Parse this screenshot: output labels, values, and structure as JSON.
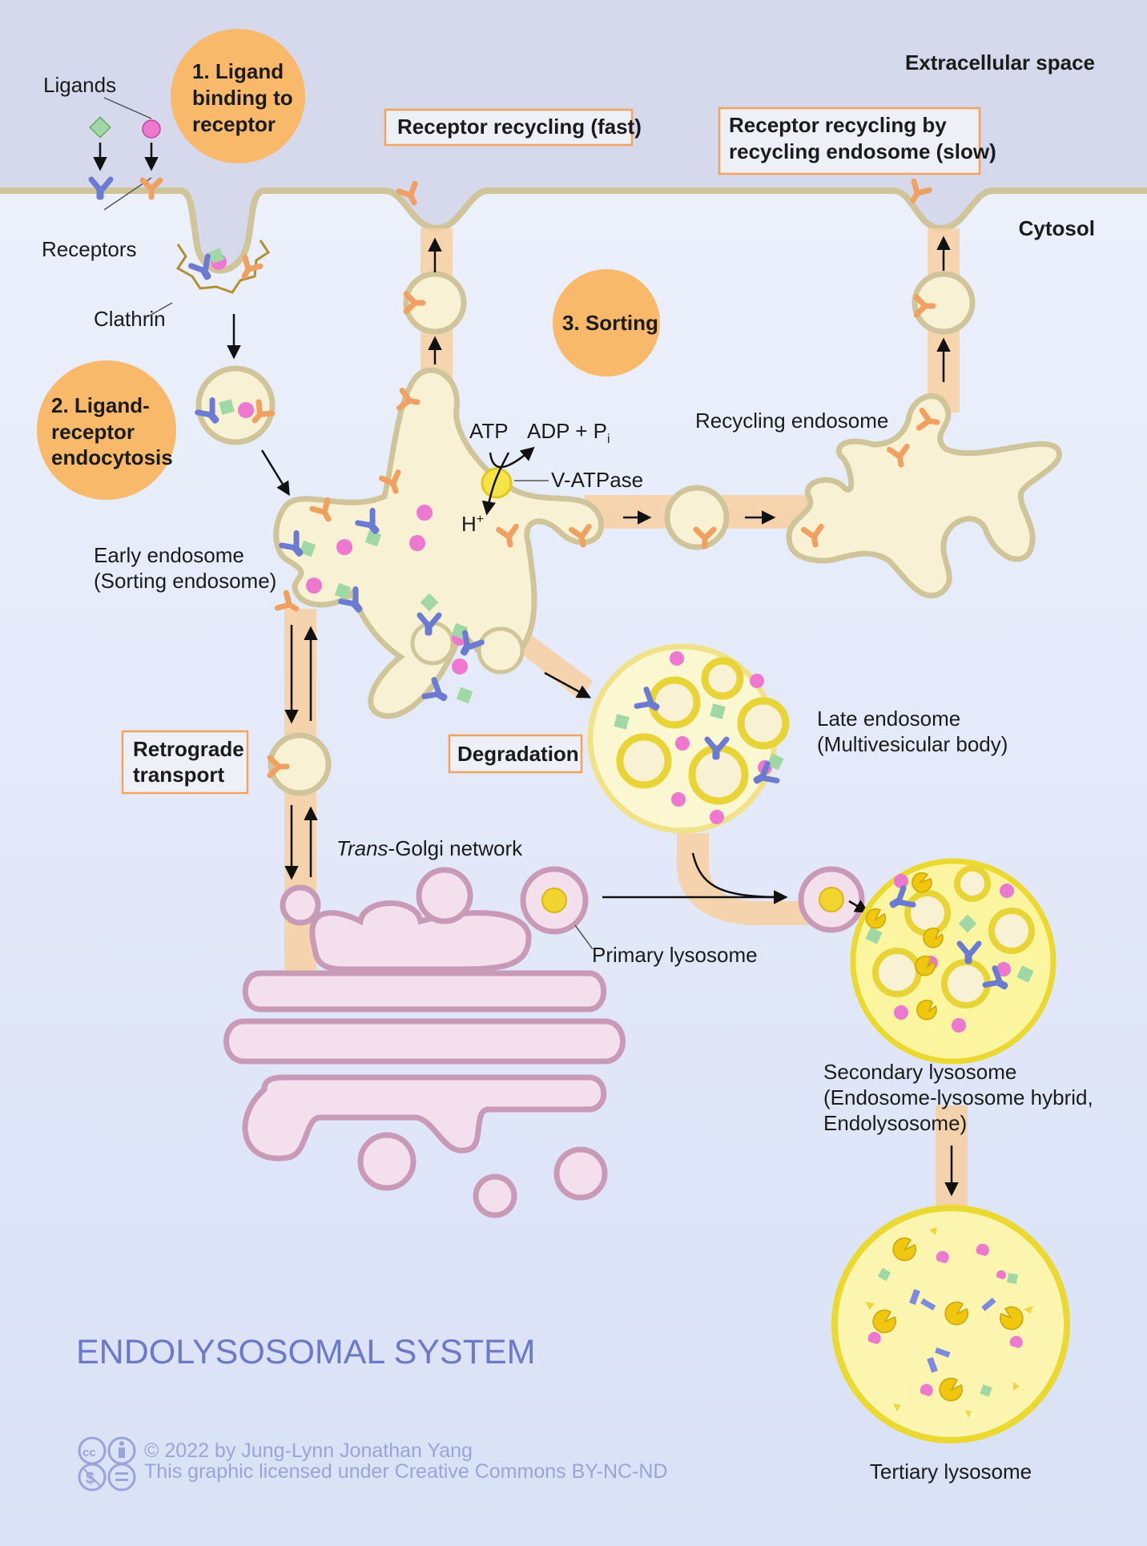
{
  "title": "ENDOLYSOSOMAL SYSTEM",
  "regions": {
    "extracellular": "Extracellular space",
    "cytosol": "Cytosol"
  },
  "steps": [
    {
      "lines": [
        "1. Ligand",
        "binding to",
        "receptor"
      ]
    },
    {
      "lines": [
        "2. Ligand-",
        "receptor",
        "endocytosis"
      ]
    },
    {
      "lines": [
        "3. Sorting"
      ]
    }
  ],
  "boxes": {
    "fast": [
      "Receptor recycling (fast)"
    ],
    "slow": [
      "Receptor recycling by",
      "recycling endosome (slow)"
    ],
    "retrograde": [
      "Retrograde",
      "transport"
    ],
    "degradation": [
      "Degradation"
    ]
  },
  "labels": {
    "ligands": "Ligands",
    "receptors": "Receptors",
    "clathrin": "Clathrin",
    "early_endosome": [
      "Early endosome",
      "(Sorting endosome)"
    ],
    "atp": "ATP",
    "adp": "ADP + P",
    "adp_sub": "i",
    "h_plus": "H",
    "h_sup": "+",
    "v_atpase": "V-ATPase",
    "recycling_endosome": "Recycling endosome",
    "late_endosome": [
      "Late endosome",
      "(Multivesicular body)"
    ],
    "tgn_italic": "Trans",
    "tgn_rest": "-Golgi network",
    "primary_lysosome": "Primary lysosome",
    "secondary_lysosome": [
      "Secondary lysosome",
      "(Endosome-lysosome hybrid,",
      "Endolysosome)"
    ],
    "tertiary_lysosome": "Tertiary lysosome"
  },
  "credits": {
    "author": "© 2022 by Jung-Lynn Jonathan Yang",
    "license": "This graphic licensed under Creative Commons BY-NC-ND",
    "icons": [
      "cc-icon",
      "by-icon",
      "nc-icon",
      "nd-icon"
    ]
  },
  "colors": {
    "step_circle": "#f9b96a",
    "box_border": "#f4a35a",
    "title": "#6c78c8",
    "receptor_blue": "#6b7ad2",
    "receptor_orange": "#f0a060",
    "ligand_green": "#9fd8a4",
    "ligand_pink": "#ee78d0",
    "lysosome_yellow": "#f1d42f",
    "golgi_pink": "#f4e0ec"
  }
}
